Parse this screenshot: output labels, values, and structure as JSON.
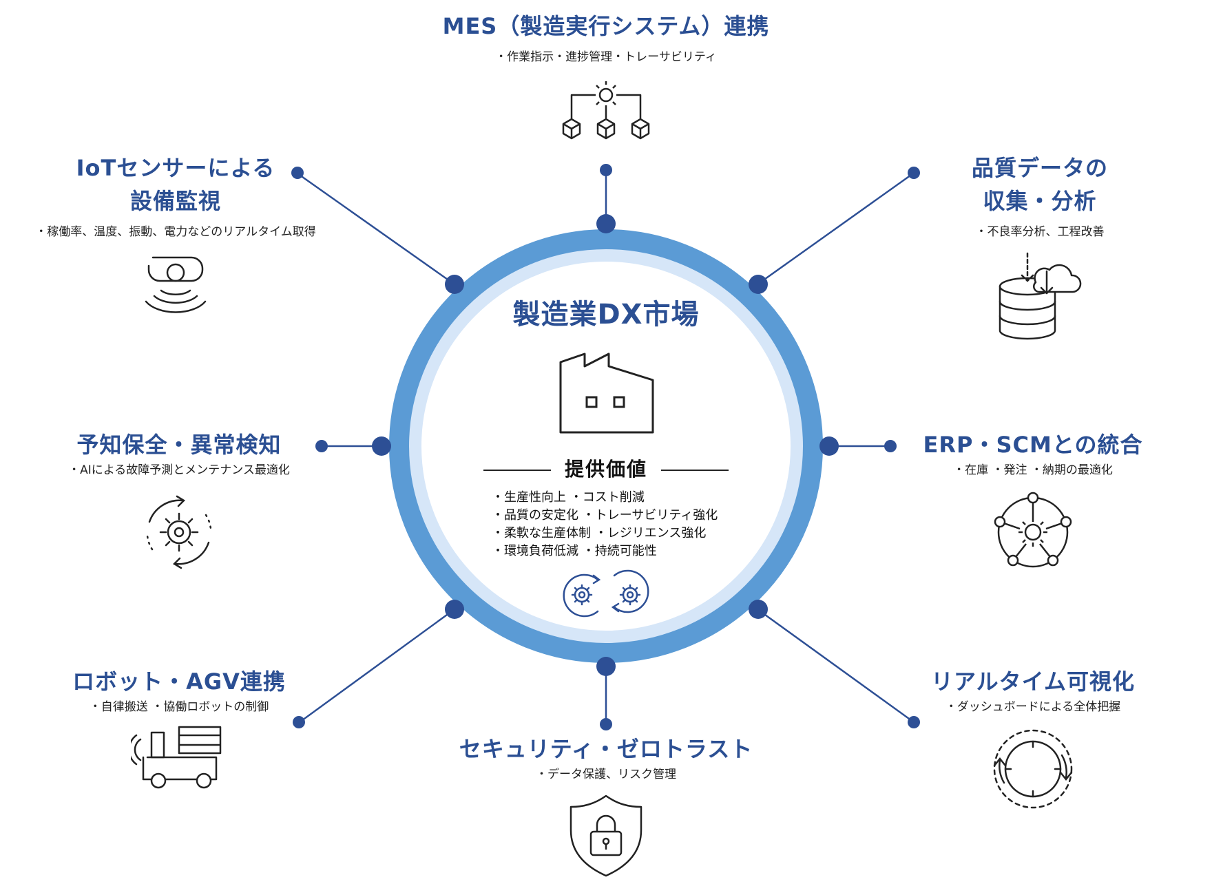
{
  "center": {
    "title": "製造業DX市場",
    "value_title": "提供価値",
    "value_lines": [
      "・生産性向上 ・コスト削減",
      "・品質の安定化 ・トレーサビリティ強化",
      "・柔軟な生産体制 ・レジリエンス強化",
      "・環境負荷低減 ・持続可能性"
    ]
  },
  "nodes": {
    "mes": {
      "title": "MES（製造実行システム）連携",
      "desc": "・作業指示・進捗管理・トレーサビリティ"
    },
    "quality": {
      "title": "品質データの\n収集・分析",
      "desc": "・不良率分析、工程改善"
    },
    "erp": {
      "title": "ERP・SCMとの統合",
      "desc": "・在庫 ・発注 ・納期の最適化"
    },
    "realtime": {
      "title": "リアルタイム可視化",
      "desc": "・ダッシュボードによる全体把握"
    },
    "security": {
      "title": "セキュリティ・ゼロトラスト",
      "desc": "・データ保護、リスク管理"
    },
    "robot": {
      "title": "ロボット・AGV連携",
      "desc": "・自律搬送 ・協働ロボットの制御"
    },
    "predictive": {
      "title": "予知保全・異常検知",
      "desc": "・AIによる故障予測とメンテナンス最適化"
    },
    "iot": {
      "title": "IoTセンサーによる\n設備監視",
      "desc": "・稼働率、温度、振動、電力などのリアルタイム取得"
    }
  },
  "colors": {
    "ring_outer": "#5b9bd5",
    "ring_inner": "#d6e6f8",
    "dot": "#2d4f95",
    "title": "#2b4f93",
    "line": "#2d4f95"
  }
}
